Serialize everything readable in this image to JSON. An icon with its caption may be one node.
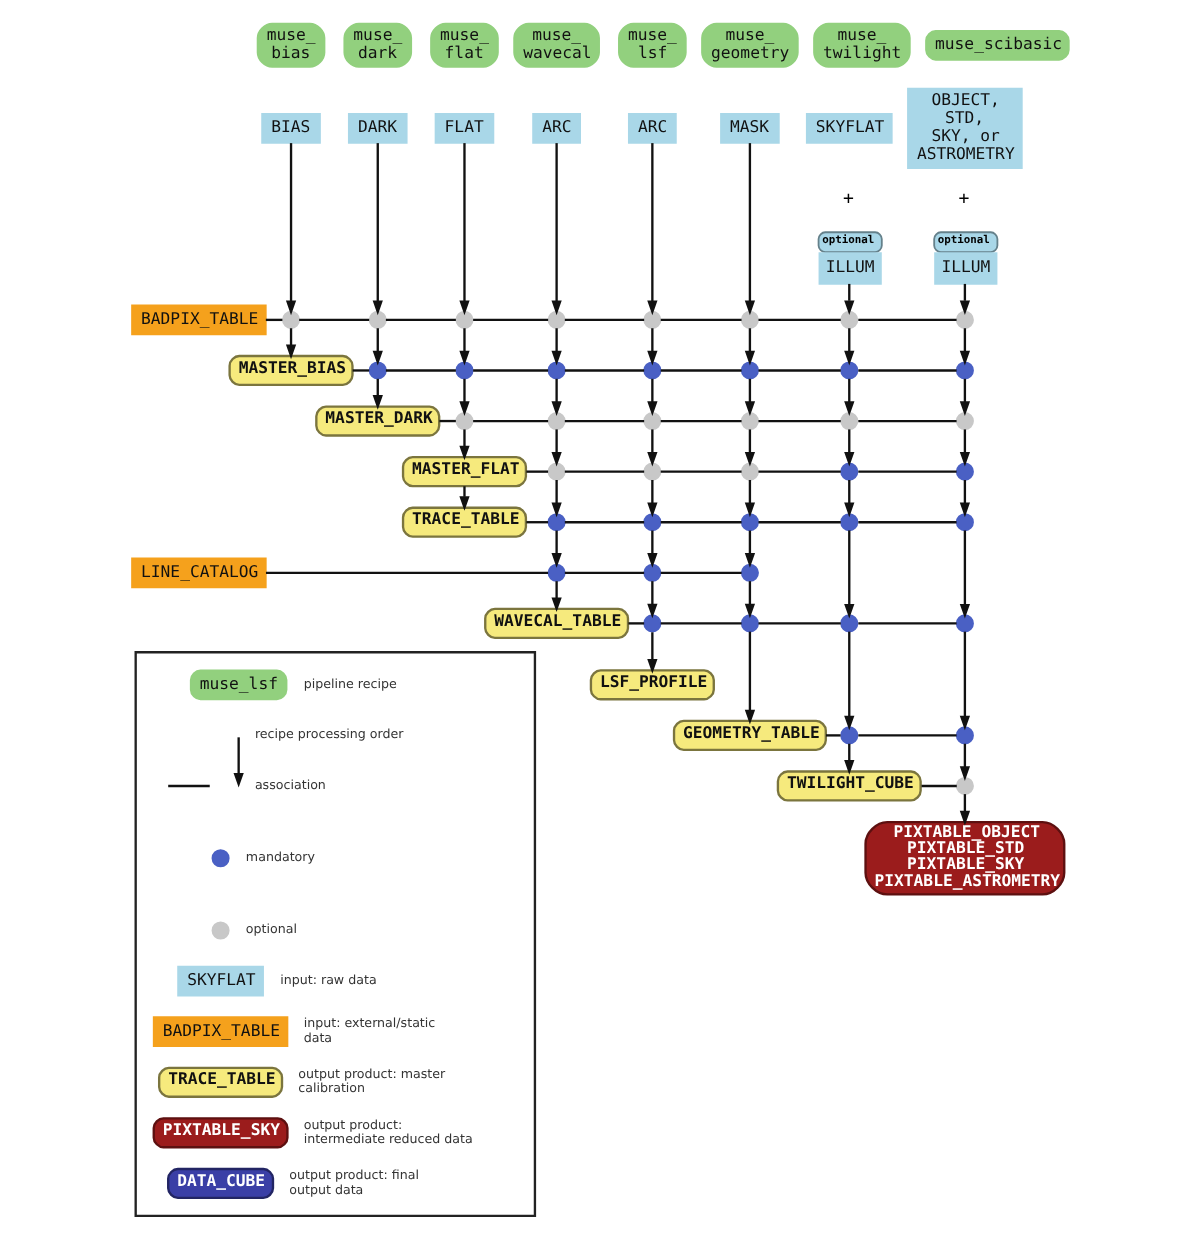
{
  "diagram": {
    "nodes": [
      {
        "text": [
          "muse_ bias"
        ]
      },
      {
        "text": [
          "muse_ dark"
        ]
      },
      {
        "text": [
          "muse_ flat"
        ]
      },
      {
        "text": [
          "muse_ wavecal"
        ]
      },
      {
        "text": [
          "muse_ lsf"
        ]
      },
      {
        "text": [
          "muse_ geometry"
        ]
      },
      {
        "text": [
          "muse_ twilight"
        ]
      },
      {
        "text": [
          "muse_scibasic"
        ]
      },
      {
        "text": [
          "BIAS"
        ]
      },
      {
        "text": [
          "DARK"
        ]
      },
      {
        "text": [
          "FLAT"
        ]
      },
      {
        "text": [
          "ARC"
        ]
      },
      {
        "text": [
          "ARC"
        ]
      },
      {
        "text": [
          "MASK"
        ]
      },
      {
        "text": [
          "SKYFLAT"
        ]
      },
      {
        "text": [
          "OBJECT, STD, SKY, or ASTROMETRY"
        ]
      },
      {
        "text": [
          "optional",
          "ILLUM"
        ]
      },
      {
        "text": [
          "optional",
          "ILLUM"
        ]
      },
      {
        "text": [
          "BADPIX_TABLE"
        ]
      },
      {
        "text": [],
        "shape": "circle"
      },
      {
        "text": [],
        "shape": "circle"
      },
      {
        "text": [],
        "shape": "circle"
      },
      {
        "text": [],
        "shape": "circle"
      },
      {
        "text": [],
        "shape": "circle"
      },
      {
        "text": [],
        "shape": "circle"
      },
      {
        "text": [],
        "shape": "circle"
      },
      {
        "text": [],
        "shape": "circle"
      },
      {
        "text": [
          "MASTER_BIAS"
        ]
      },
      {
        "text": [],
        "shape": "circle"
      },
      {
        "text": [],
        "shape": "circle"
      },
      {
        "text": [],
        "shape": "circle"
      },
      {
        "text": [],
        "shape": "circle"
      },
      {
        "text": [],
        "shape": "circle"
      },
      {
        "text": [],
        "shape": "circle"
      },
      {
        "text": [],
        "shape": "circle"
      },
      {
        "text": [
          "MASTER_DARK"
        ]
      },
      {
        "text": [],
        "shape": "circle"
      },
      {
        "text": [],
        "shape": "circle"
      },
      {
        "text": [],
        "shape": "circle"
      },
      {
        "text": [],
        "shape": "circle"
      },
      {
        "text": [],
        "shape": "circle"
      },
      {
        "text": [],
        "shape": "circle"
      },
      {
        "text": [
          "MASTER_FLAT"
        ]
      },
      {
        "text": [],
        "shape": "circle"
      },
      {
        "text": [],
        "shape": "circle"
      },
      {
        "text": [],
        "shape": "circle"
      },
      {
        "text": [],
        "shape": "circle"
      },
      {
        "text": [],
        "shape": "circle"
      },
      {
        "text": [
          "TRACE_TABLE"
        ]
      },
      {
        "text": [],
        "shape": "circle"
      },
      {
        "text": [],
        "shape": "circle"
      },
      {
        "text": [],
        "shape": "circle"
      },
      {
        "text": [],
        "shape": "circle"
      },
      {
        "text": [],
        "shape": "circle"
      },
      {
        "text": [
          "LINE_CATALOG"
        ]
      },
      {
        "text": [],
        "shape": "circle"
      },
      {
        "text": [],
        "shape": "circle"
      },
      {
        "text": [],
        "shape": "circle"
      },
      {
        "text": [
          "WAVECAL_TABLE"
        ]
      },
      {
        "text": [],
        "shape": "circle"
      },
      {
        "text": [],
        "shape": "circle"
      },
      {
        "text": [],
        "shape": "circle"
      },
      {
        "text": [],
        "shape": "circle"
      },
      {
        "text": [
          "LSF_PROFILE"
        ]
      },
      {
        "text": [
          "GEOMETRY_TABLE"
        ]
      },
      {
        "text": [],
        "shape": "circle"
      },
      {
        "text": [],
        "shape": "circle"
      },
      {
        "text": [
          "TWILIGHT_CUBE"
        ]
      },
      {
        "text": [],
        "shape": "circle"
      },
      {
        "text": [
          "PIXTABLE_OBJECT",
          "PIXTABLE_STD",
          "PIXTABLE_SKY",
          "PIXTABLE_ASTROMETRY"
        ]
      },
      {
        "text": [],
        "shape": "box"
      },
      {
        "text": [
          "muse_lsf"
        ],
        "in": 70
      },
      {
        "text": [
          "SKYFLAT"
        ],
        "in": 70
      },
      {
        "text": [
          "BADPIX_TABLE"
        ],
        "in": 70
      },
      {
        "text": [
          "TRACE_TABLE"
        ],
        "in": 70
      },
      {
        "text": [
          "PIXTABLE_SKY"
        ],
        "in": 70
      },
      {
        "text": [
          "DATA_CUBE"
        ],
        "in": 70
      }
    ],
    "edges": [
      {
        "from": 8,
        "to": 19,
        "arrow": "to"
      },
      {
        "from": 19,
        "to": 27,
        "arrow": "to"
      },
      {
        "from": 9,
        "to": 20,
        "arrow": "to"
      },
      {
        "from": 20,
        "to": 28,
        "arrow": "to"
      },
      {
        "from": 28,
        "to": 35,
        "arrow": "to"
      },
      {
        "from": 10,
        "to": 21,
        "arrow": "to"
      },
      {
        "from": 21,
        "to": 29,
        "arrow": "to"
      },
      {
        "from": 29,
        "to": 36,
        "arrow": "to"
      },
      {
        "from": 36,
        "to": 42,
        "arrow": "to"
      },
      {
        "from": 42,
        "to": 48,
        "arrow": "to"
      },
      {
        "from": 11,
        "to": 22,
        "arrow": "to"
      },
      {
        "from": 22,
        "to": 30,
        "arrow": "to"
      },
      {
        "from": 30,
        "to": 37,
        "arrow": "to"
      },
      {
        "from": 37,
        "to": 43,
        "arrow": "to"
      },
      {
        "from": 43,
        "to": 49,
        "arrow": "to"
      },
      {
        "from": 49,
        "to": 55,
        "arrow": "to"
      },
      {
        "from": 55,
        "to": 58,
        "arrow": "to"
      },
      {
        "from": 12,
        "to": 23,
        "arrow": "to"
      },
      {
        "from": 23,
        "to": 31,
        "arrow": "to"
      },
      {
        "from": 31,
        "to": 38,
        "arrow": "to"
      },
      {
        "from": 38,
        "to": 44,
        "arrow": "to"
      },
      {
        "from": 44,
        "to": 50,
        "arrow": "to"
      },
      {
        "from": 50,
        "to": 56,
        "arrow": "to"
      },
      {
        "from": 56,
        "to": 59,
        "arrow": "to"
      },
      {
        "from": 59,
        "to": 63,
        "arrow": "to"
      },
      {
        "from": 13,
        "to": 24,
        "arrow": "to"
      },
      {
        "from": 24,
        "to": 32,
        "arrow": "to"
      },
      {
        "from": 32,
        "to": 39,
        "arrow": "to"
      },
      {
        "from": 39,
        "to": 45,
        "arrow": "to"
      },
      {
        "from": 45,
        "to": 51,
        "arrow": "to"
      },
      {
        "from": 51,
        "to": 57,
        "arrow": "to"
      },
      {
        "from": 57,
        "to": 60,
        "arrow": "to"
      },
      {
        "from": 60,
        "to": 64,
        "arrow": "to"
      },
      {
        "from": 16,
        "to": 25,
        "arrow": "to"
      },
      {
        "from": 25,
        "to": 33,
        "arrow": "to"
      },
      {
        "from": 33,
        "to": 40,
        "arrow": "to"
      },
      {
        "from": 40,
        "to": 46,
        "arrow": "to"
      },
      {
        "from": 46,
        "to": 52,
        "arrow": "to"
      },
      {
        "from": 52,
        "to": 61,
        "arrow": "to"
      },
      {
        "from": 61,
        "to": 65,
        "arrow": "to"
      },
      {
        "from": 65,
        "to": 67,
        "arrow": "to"
      },
      {
        "from": 17,
        "to": 26,
        "arrow": "to"
      },
      {
        "from": 26,
        "to": 34,
        "arrow": "to"
      },
      {
        "from": 34,
        "to": 41,
        "arrow": "to"
      },
      {
        "from": 41,
        "to": 47,
        "arrow": "to"
      },
      {
        "from": 47,
        "to": 53,
        "arrow": "to"
      },
      {
        "from": 53,
        "to": 62,
        "arrow": "to"
      },
      {
        "from": 62,
        "to": 66,
        "arrow": "to"
      },
      {
        "from": 66,
        "to": 68,
        "arrow": "to"
      },
      {
        "from": 68,
        "to": 69,
        "arrow": "to"
      },
      {
        "from": 18,
        "to": 19,
        "arrow": "none"
      },
      {
        "from": 19,
        "to": 20,
        "arrow": "none"
      },
      {
        "from": 20,
        "to": 21,
        "arrow": "none"
      },
      {
        "from": 21,
        "to": 22,
        "arrow": "none"
      },
      {
        "from": 22,
        "to": 23,
        "arrow": "none"
      },
      {
        "from": 23,
        "to": 24,
        "arrow": "none"
      },
      {
        "from": 24,
        "to": 25,
        "arrow": "none"
      },
      {
        "from": 25,
        "to": 26,
        "arrow": "none"
      },
      {
        "from": 27,
        "to": 28,
        "arrow": "none"
      },
      {
        "from": 28,
        "to": 29,
        "arrow": "none"
      },
      {
        "from": 29,
        "to": 30,
        "arrow": "none"
      },
      {
        "from": 30,
        "to": 31,
        "arrow": "none"
      },
      {
        "from": 31,
        "to": 32,
        "arrow": "none"
      },
      {
        "from": 32,
        "to": 33,
        "arrow": "none"
      },
      {
        "from": 33,
        "to": 34,
        "arrow": "none"
      },
      {
        "from": 35,
        "to": 36,
        "arrow": "none"
      },
      {
        "from": 36,
        "to": 37,
        "arrow": "none"
      },
      {
        "from": 37,
        "to": 38,
        "arrow": "none"
      },
      {
        "from": 38,
        "to": 39,
        "arrow": "none"
      },
      {
        "from": 39,
        "to": 40,
        "arrow": "none"
      },
      {
        "from": 40,
        "to": 41,
        "arrow": "none"
      },
      {
        "from": 42,
        "to": 43,
        "arrow": "none"
      },
      {
        "from": 43,
        "to": 44,
        "arrow": "none"
      },
      {
        "from": 44,
        "to": 45,
        "arrow": "none"
      },
      {
        "from": 45,
        "to": 46,
        "arrow": "none"
      },
      {
        "from": 46,
        "to": 47,
        "arrow": "none"
      },
      {
        "from": 48,
        "to": 49,
        "arrow": "none"
      },
      {
        "from": 49,
        "to": 50,
        "arrow": "none"
      },
      {
        "from": 50,
        "to": 51,
        "arrow": "none"
      },
      {
        "from": 51,
        "to": 52,
        "arrow": "none"
      },
      {
        "from": 52,
        "to": 53,
        "arrow": "none"
      },
      {
        "from": 54,
        "to": 55,
        "arrow": "none"
      },
      {
        "from": 55,
        "to": 56,
        "arrow": "none"
      },
      {
        "from": 56,
        "to": 57,
        "arrow": "none"
      },
      {
        "from": 58,
        "to": 59,
        "arrow": "none"
      },
      {
        "from": 59,
        "to": 60,
        "arrow": "none"
      },
      {
        "from": 60,
        "to": 61,
        "arrow": "none"
      },
      {
        "from": 61,
        "to": 62,
        "arrow": "none"
      },
      {
        "from": 64,
        "to": 65,
        "arrow": "none"
      },
      {
        "from": 65,
        "to": 66,
        "arrow": "none"
      },
      {
        "from": 67,
        "to": 68,
        "arrow": "none"
      }
    ],
    "labels": [
      "+",
      "+"
    ],
    "legend": [
      {
        "text": "pipeline recipe",
        "color": "#92d07e"
      },
      {
        "text": "recipe processing order"
      },
      {
        "text": "association"
      },
      {
        "text": "mandatory",
        "color": "#4a60c4"
      },
      {
        "text": "optional",
        "color": "#c8c8c8"
      },
      {
        "text": "input: raw data",
        "color": "#a9d7e8"
      },
      {
        "text": "input: external/static data",
        "color": "#f5a11c"
      },
      {
        "text": "output product: master calibration",
        "color": "#f6ea7d"
      },
      {
        "text": "output product: intermediate reduced data",
        "color": "#9b1c1c"
      },
      {
        "text": "output product: final output data",
        "color": "#3a3fa6"
      }
    ]
  }
}
